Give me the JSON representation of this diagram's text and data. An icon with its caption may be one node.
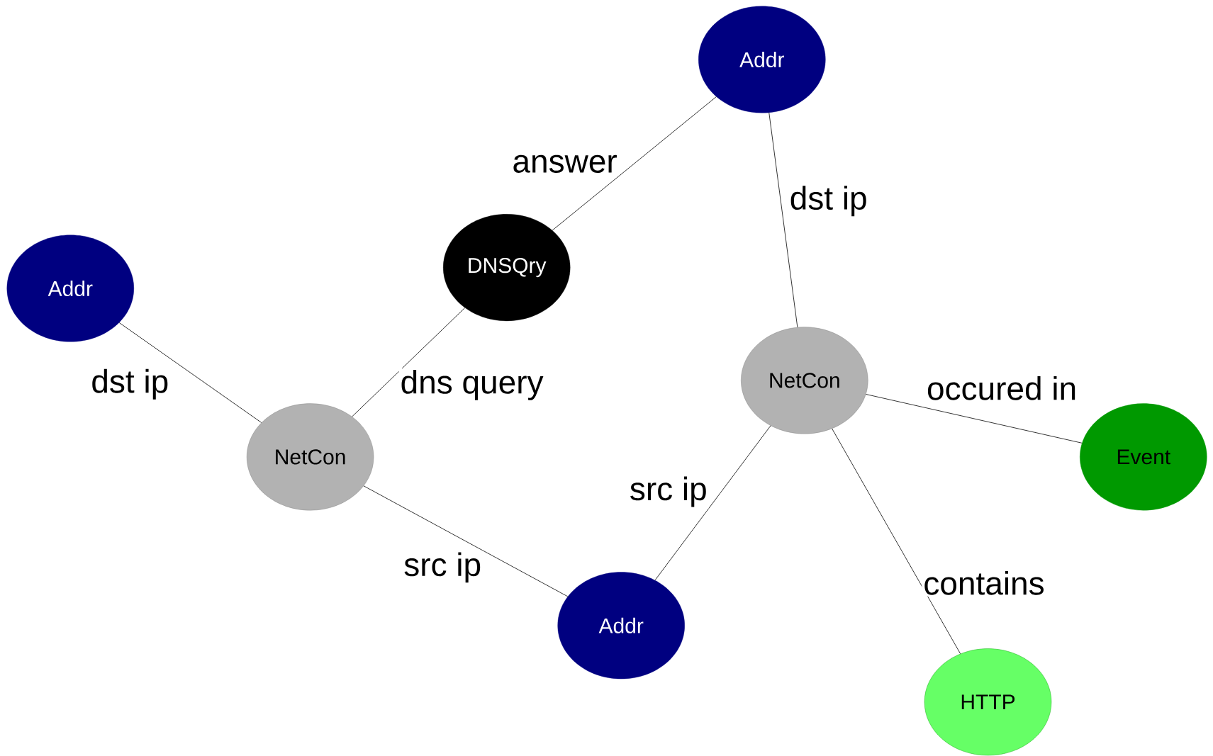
{
  "diagram": {
    "nodes": [
      {
        "text": [
          "Addr"
        ]
      },
      {
        "text": [
          "Addr"
        ]
      },
      {
        "text": [
          "DNSQry"
        ]
      },
      {
        "text": [
          "NetCon"
        ]
      },
      {
        "text": [
          "NetCon"
        ]
      },
      {
        "text": [
          "Event"
        ]
      },
      {
        "text": [
          "Addr"
        ]
      },
      {
        "text": [
          "HTTP"
        ]
      }
    ],
    "edges": [
      {
        "from": 2,
        "to": 0,
        "arrow": "none",
        "label": "answer"
      },
      {
        "from": 0,
        "to": 4,
        "arrow": "none",
        "label": "dst ip"
      },
      {
        "from": 1,
        "to": 3,
        "arrow": "none",
        "label": "dst ip"
      },
      {
        "from": 3,
        "to": 2,
        "arrow": "none",
        "label": "dns query"
      },
      {
        "from": 4,
        "to": 5,
        "arrow": "none",
        "label": "occured in"
      },
      {
        "from": 3,
        "to": 6,
        "arrow": "none",
        "label": "src ip"
      },
      {
        "from": 4,
        "to": 6,
        "arrow": "none",
        "label": "src ip"
      },
      {
        "from": 4,
        "to": 7,
        "arrow": "none",
        "label": "contains"
      }
    ]
  }
}
